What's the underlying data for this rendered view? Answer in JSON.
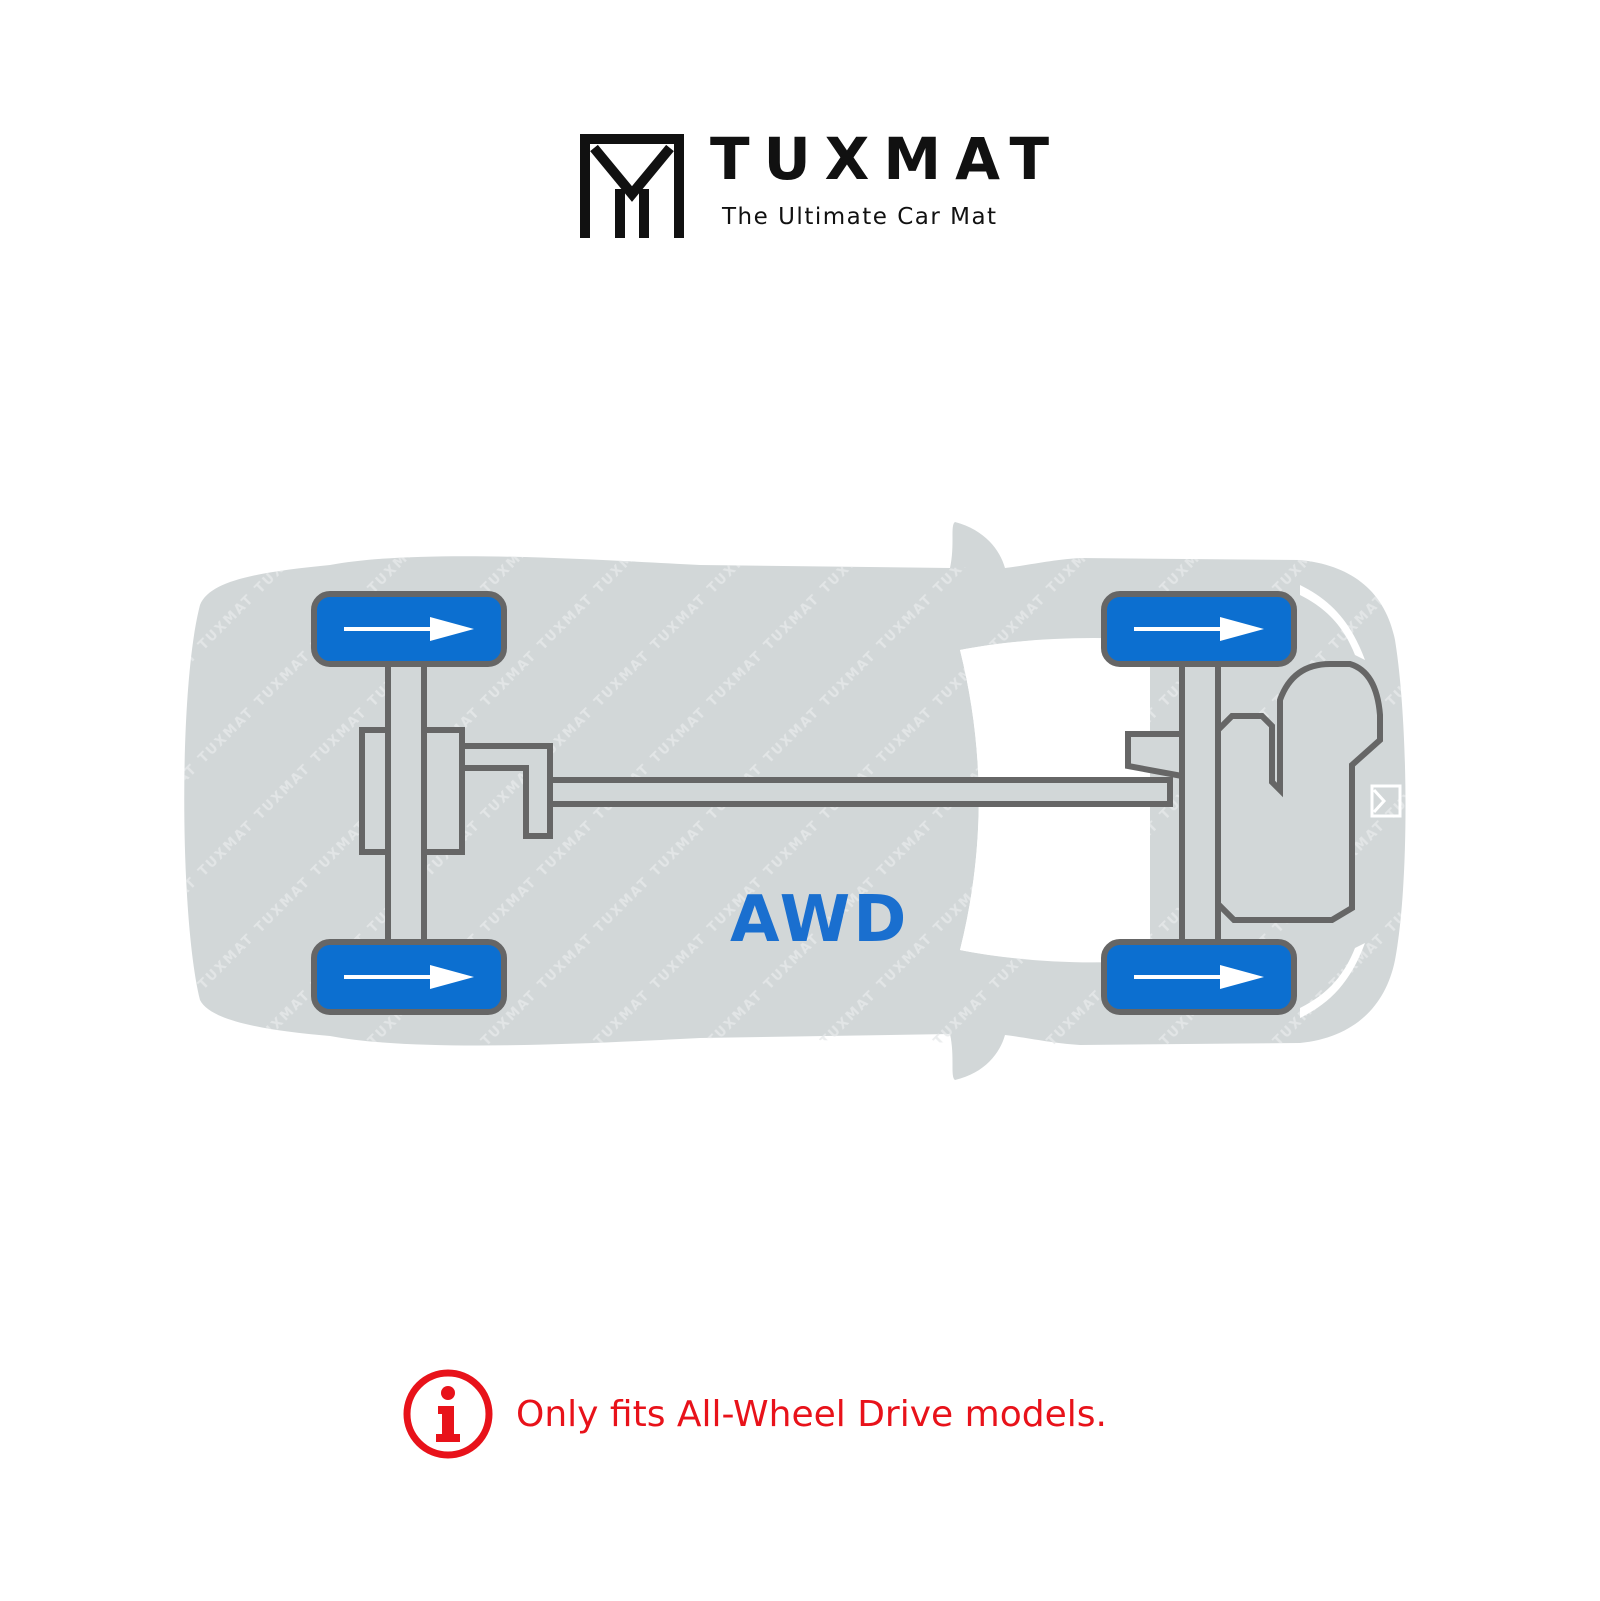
{
  "brand": {
    "name": "TUXMAT",
    "tagline": "The Ultimate Car Mat",
    "logo_icon": "tuxmat-monogram-icon"
  },
  "diagram": {
    "drive_label": "AWD",
    "description": "Top-down car chassis diagram with all four wheels driven",
    "wheels": [
      {
        "position": "rear-left",
        "driven": true,
        "arrow": "right"
      },
      {
        "position": "rear-right",
        "driven": true,
        "arrow": "right"
      },
      {
        "position": "front-left",
        "driven": true,
        "arrow": "right"
      },
      {
        "position": "front-right",
        "driven": true,
        "arrow": "right"
      }
    ],
    "watermark": "TUXMAT",
    "colors": {
      "body": "#d2d7d8",
      "wheel_fill": "#0c6fd0",
      "outline": "#666666",
      "label": "#1a6fcf"
    }
  },
  "notice": {
    "icon": "info-icon",
    "text": "Only fits All-Wheel Drive models.",
    "color": "#e8121a"
  }
}
